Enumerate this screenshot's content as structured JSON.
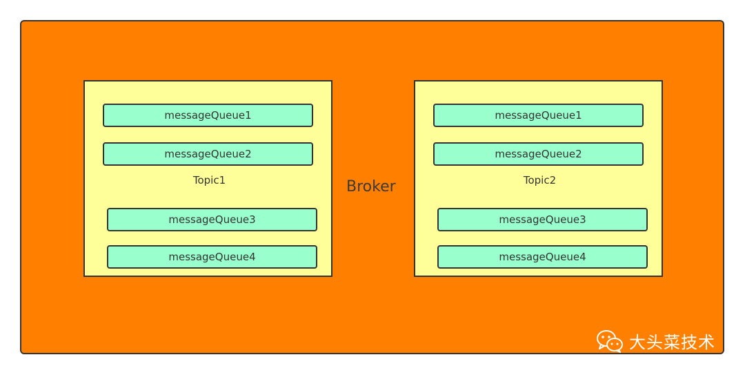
{
  "broker": {
    "label": "Broker"
  },
  "topics": [
    {
      "label": "Topic1",
      "queues": [
        "messageQueue1",
        "messageQueue2",
        "messageQueue3",
        "messageQueue4"
      ]
    },
    {
      "label": "Topic2",
      "queues": [
        "messageQueue1",
        "messageQueue2",
        "messageQueue3",
        "messageQueue4"
      ]
    }
  ],
  "watermark": {
    "text": "大头菜技术",
    "icon": "wechat-icon"
  },
  "colors": {
    "broker": "#ff8000",
    "topic": "#ffff99",
    "queue": "#99ffcc",
    "border": "#333333"
  }
}
